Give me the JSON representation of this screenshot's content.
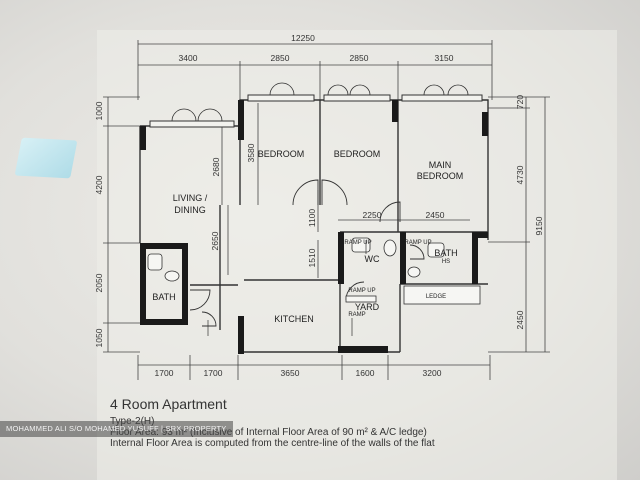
{
  "plan": {
    "overall_width_dim": "12250",
    "top_dims": [
      "3400",
      "2850",
      "2850",
      "3150"
    ],
    "bottom_dims": [
      "1700",
      "1700",
      "3650",
      "1600",
      "3200"
    ],
    "left_dims": [
      "1000",
      "4200",
      "2050",
      "1050"
    ],
    "right_dims": [
      "720",
      "4730",
      "9150",
      "2450"
    ],
    "interior_dims": {
      "d2680": "2680",
      "d3580": "3580",
      "d2650": "2650",
      "d1100": "1100",
      "d2250": "2250",
      "d2450": "2450",
      "d1510": "1510"
    },
    "rooms": {
      "bedroom1": "BEDROOM",
      "bedroom2": "BEDROOM",
      "main_bedroom_line1": "MAIN",
      "main_bedroom_line2": "BEDROOM",
      "living_line1": "LIVING /",
      "living_line2": "DINING",
      "kitchen": "KITCHEN",
      "yard": "YARD",
      "bath": "BATH",
      "bath_sub": "HS",
      "wc": "WC",
      "bath2": "BATH",
      "ramp_up_1": "RAMP UP",
      "ramp_up_2": "RAMP UP",
      "ramp_up_3": "RAMP UP",
      "ramp": "RAMP",
      "ledge": "LEDGE"
    }
  },
  "caption": {
    "title": "4 Room Apartment",
    "type": "Type-2(H)",
    "floor_area": "Floor Area: 93 m² (Inclusive of Internal Floor Area of 90 m² & A/C ledge)",
    "note": "Internal Floor Area is computed from the centre-line of the walls of the flat"
  },
  "watermark": "MOHAMMED ALI S/O MOHAMED YUSUFF | SRX PROPERTY"
}
